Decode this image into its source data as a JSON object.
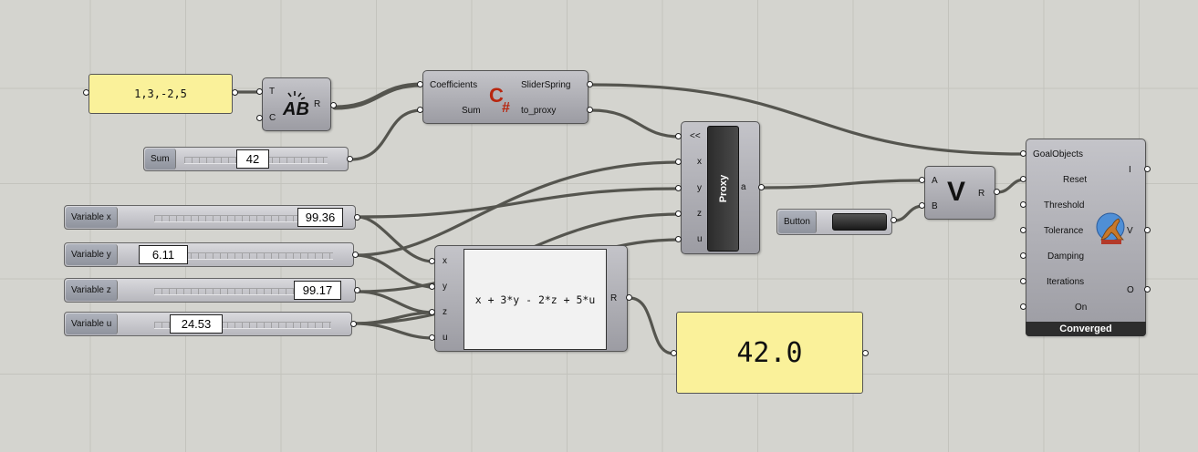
{
  "text_panel": {
    "value": "1,3,-2,5"
  },
  "concat": {
    "inputs": [
      "T",
      "C"
    ],
    "output": "R",
    "icon": "text-ab-icon"
  },
  "script": {
    "inputs": [
      "Coefficients",
      "Sum"
    ],
    "outputs": [
      "SliderSpring",
      "to_proxy"
    ],
    "icon": "csharp-icon",
    "icon_color": "#b8260f"
  },
  "sliders": [
    {
      "name": "Sum",
      "value": "42"
    },
    {
      "name": "Variable x",
      "value": "99.36"
    },
    {
      "name": "Variable y",
      "value": "6.11"
    },
    {
      "name": "Variable z",
      "value": "99.17"
    },
    {
      "name": "Variable u",
      "value": "24.53"
    }
  ],
  "proxy": {
    "inputs": [
      "<<",
      "x",
      "y",
      "z",
      "u"
    ],
    "title": "Proxy",
    "output": "a"
  },
  "expression": {
    "inputs": [
      "x",
      "y",
      "z",
      "u"
    ],
    "text": "x + 3*y - 2*z + 5*u",
    "output": "R"
  },
  "result_panel": {
    "value": "42.0"
  },
  "button": {
    "label": "Button"
  },
  "merge": {
    "inputs": [
      "A",
      "B"
    ],
    "symbol": "V",
    "output": "R"
  },
  "solver": {
    "inputs": [
      "GoalObjects",
      "Reset",
      "Threshold",
      "Tolerance",
      "Damping",
      "Iterations",
      "On"
    ],
    "outputs": [
      "I",
      "V",
      "O"
    ],
    "status": "Converged",
    "icon": "kangaroo-icon"
  }
}
